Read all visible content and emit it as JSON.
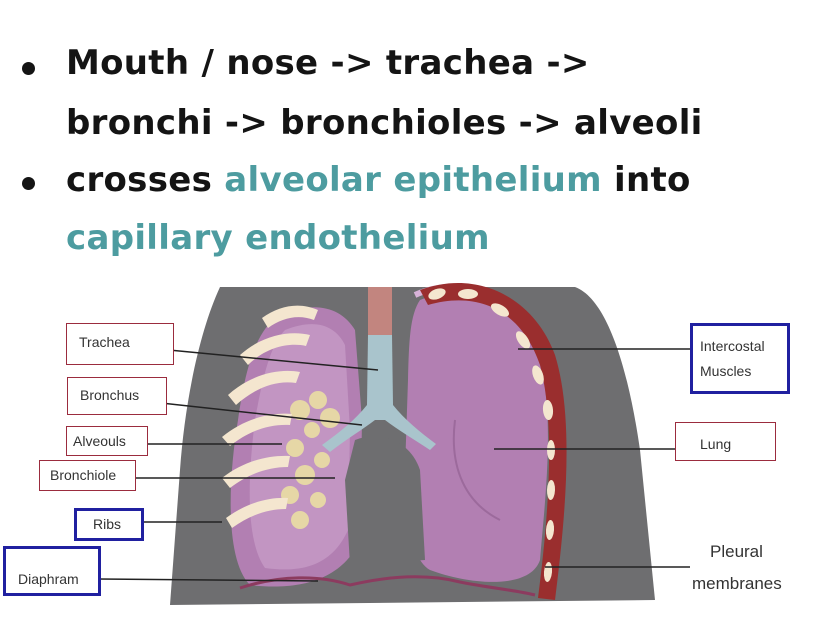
{
  "bullets": {
    "line1": "Mouth / nose -> trachea ->",
    "line2": "bronchi -> bronchioles -> alveoli",
    "line3_pre": "crosses ",
    "line3_teal": "alveolar epithelium",
    "line3_post": " into",
    "line4_teal": "capillary endothelium"
  },
  "diagram": {
    "labels": {
      "trachea": "Trachea",
      "bronchus": "Bronchus",
      "alveoli": "Alveouls",
      "bronchiole": "Bronchiole",
      "ribs": "Ribs",
      "diaphram": "Diaphram",
      "intercostal_1": "Intercostal",
      "intercostal_2": "Muscles",
      "lung": "Lung",
      "pleural_1": "Pleural",
      "pleural_2": "membranes"
    },
    "colors": {
      "background": "#6e6e70",
      "lung": "#b27fb2",
      "lung_light": "#c9a0c9",
      "rib": "#f4e6cf",
      "muscle": "#9a2e2e",
      "label_border_red": "#9b2c3e",
      "label_border_blue": "#2020a0",
      "accent_text": "#4d9ca0"
    }
  }
}
